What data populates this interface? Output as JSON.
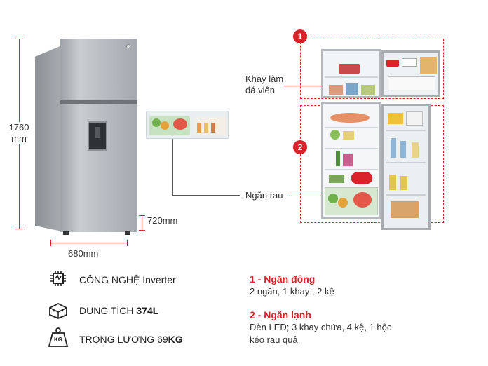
{
  "dimensions": {
    "height_value": "1760",
    "height_unit": "mm",
    "width_label": "680mm",
    "depth_label": "720mm"
  },
  "callouts": {
    "ice_tray": {
      "line1": "Khay làm",
      "line2": "đá viên"
    },
    "vegetable_drawer": "Ngăn rau"
  },
  "zones": {
    "zone1_number": "1",
    "zone2_number": "2"
  },
  "features": [
    {
      "icon": "inverter-chip-icon",
      "text": "CÔNG NGHỆ Inverter",
      "emph": ""
    },
    {
      "icon": "capacity-icon",
      "text": "DUNG TÍCH ",
      "emph": "374L"
    },
    {
      "icon": "weight-kg-icon",
      "text": "TRỌNG LƯỢNG 69",
      "emph": "KG"
    }
  ],
  "weight_icon_label": "KG",
  "compartments": [
    {
      "title": "1 - Ngăn đông",
      "desc_line1": "2 ngăn, 1 khay , 2 kệ",
      "desc_line2": ""
    },
    {
      "title": "2 - Ngăn lạnh",
      "desc_line1": "Đèn LED; 3 khay chứa, 4 kệ, 1 hộc",
      "desc_line2": "kéo rau quả"
    }
  ],
  "colors": {
    "accent_red": "#d8232a",
    "fridge_silver": "#b7bbc0"
  }
}
